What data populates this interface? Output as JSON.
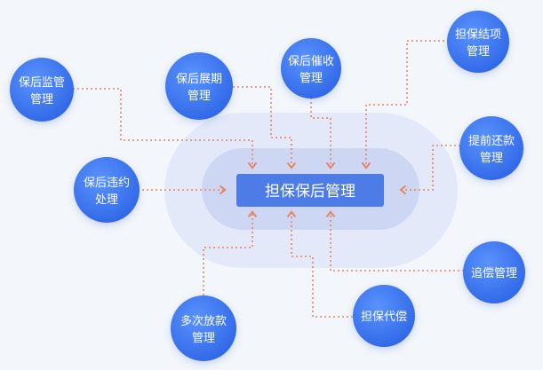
{
  "center": {
    "label": "担保保后管理"
  },
  "nodes": [
    {
      "id": "post-loan-monitoring",
      "lines": [
        "保后监管",
        "管理"
      ]
    },
    {
      "id": "post-loan-extension",
      "lines": [
        "保后展期",
        "管理"
      ]
    },
    {
      "id": "post-loan-collection",
      "lines": [
        "保后催收",
        "管理"
      ]
    },
    {
      "id": "guarantee-closure",
      "lines": [
        "担保结项",
        "管理"
      ]
    },
    {
      "id": "early-repayment",
      "lines": [
        "提前还款",
        "管理"
      ]
    },
    {
      "id": "post-loan-default",
      "lines": [
        "保后违约",
        "处理"
      ]
    },
    {
      "id": "recovery",
      "lines": [
        "追偿管理"
      ]
    },
    {
      "id": "guarantee-compensation",
      "lines": [
        "担保代偿"
      ]
    },
    {
      "id": "multiple-disbursement",
      "lines": [
        "多次放款",
        "管理"
      ]
    }
  ],
  "colors": {
    "background": "#f3f6fb",
    "outer_ring": "#e3e9f8",
    "inner_ring": "#cdd7f3",
    "center_box": "#4d7ce6",
    "node": "#3f79f0",
    "connector": "#e88363",
    "text": "#ffffff"
  }
}
